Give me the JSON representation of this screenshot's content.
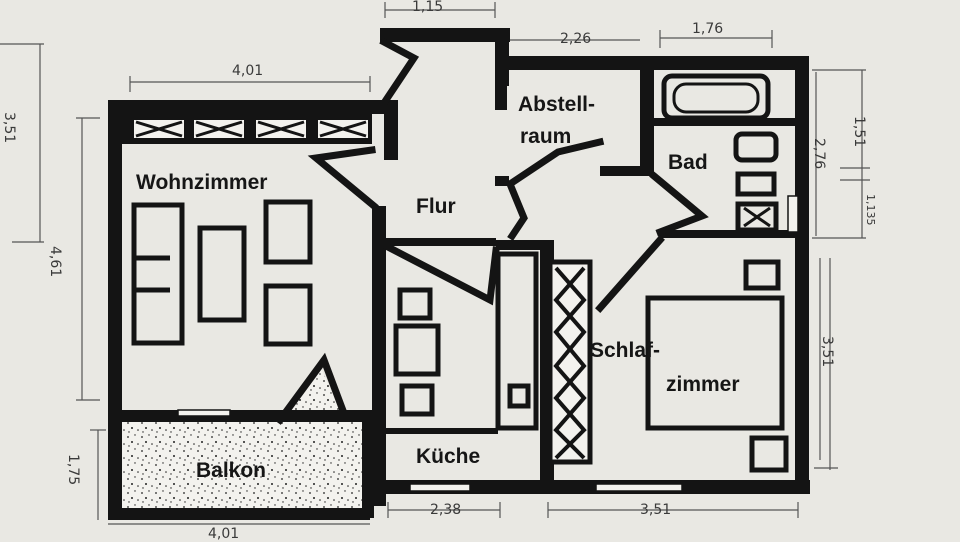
{
  "rooms": {
    "wohnzimmer": "Wohnzimmer",
    "flur": "Flur",
    "abstell_1": "Abstell-",
    "abstell_2": "raum",
    "bad": "Bad",
    "schlaf_1": "Schlaf-",
    "schlaf_2": "zimmer",
    "kueche": "Küche",
    "balkon": "Balkon"
  },
  "dimensions": {
    "top_door": "1,15",
    "wohn_width": "4,01",
    "abstell_width": "2,26",
    "bad_width": "1,76",
    "left_upper": "3,51",
    "left_lower": "4,61",
    "balkon_depth": "1,75",
    "bottom_left": "4,01",
    "kueche_width": "2,38",
    "schlaf_width": "3,51",
    "right_bad": "1,51",
    "right_upper": "2,76",
    "right_small": "1,135",
    "right_lower": "3,51"
  }
}
